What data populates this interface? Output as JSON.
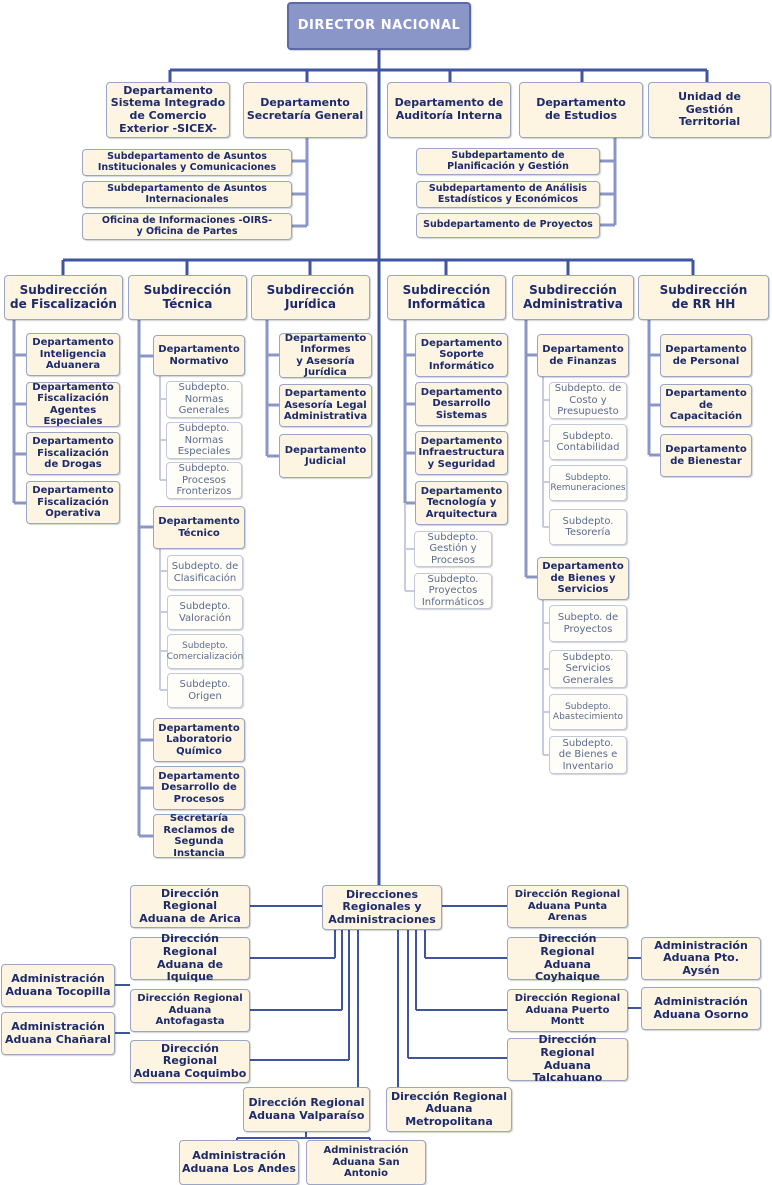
{
  "colors": {
    "line": "#3f55a0",
    "box_fill": "#fdf4e2",
    "text": "#1d2b6b",
    "top_fill": "#8b96c8"
  },
  "director": "DIRECTOR NACIONAL",
  "departments": [
    "Departamento\nSistema Integrado\nde Comercio\nExterior -SICEX-",
    "Departamento\nSecretaría General",
    "Departamento de\nAuditoría Interna",
    "Departamento\nde Estudios",
    "Unidad de\nGestión\nTerritorial"
  ],
  "secretaria_subs": [
    "Subdepartamento de Asuntos\nInstitucionales y Comunicaciones",
    "Subdepartamento de Asuntos\nInternacionales",
    "Oficina de Informaciones -OIRS-\ny Oficina de Partes"
  ],
  "estudios_subs": [
    "Subdepartamento de\nPlanificación y Gestión",
    "Subdepartamento de Análisis\nEstadísticos y Económicos",
    "Subdepartamento de Proyectos"
  ],
  "subdirecciones": [
    "Subdirección\nde Fiscalización",
    "Subdirección\nTécnica",
    "Subdirección\nJurídica",
    "Subdirección\nInformática",
    "Subdirección\nAdministrativa",
    "Subdirección\nde RR HH"
  ],
  "fiscalizacion": [
    "Departamento\nInteligencia\nAduanera",
    "Departamento\nFiscalización\nAgentes\nEspeciales",
    "Departamento\nFiscalización\nde Drogas",
    "Departamento\nFiscalización\nOperativa"
  ],
  "tecnica": {
    "normativo": "Departamento\nNormativo",
    "normativo_subs": [
      "Subdepto.\nNormas\nGenerales",
      "Subdepto.\nNormas\nEspeciales",
      "Subdepto.\nProcesos\nFronterizos"
    ],
    "tecnico": "Departamento\nTécnico",
    "tecnico_subs": [
      "Subdepto. de\nClasificación",
      "Subdepto.\nValoración",
      "Subdepto.\nComercialización",
      "Subdepto.\nOrigen"
    ],
    "others": [
      "Departamento\nLaboratorio\nQuímico",
      "Departamento\nDesarrollo de\nProcesos",
      "Secretaría\nReclamos de\nSegunda\nInstancia"
    ]
  },
  "juridica": [
    "Departamento\nInformes\ny Asesoría\nJurídica",
    "Departamento\nAsesoría Legal\nAdministrativa",
    "Departamento\nJudicial"
  ],
  "informatica": {
    "depts": [
      "Departamento\nSoporte\nInformático",
      "Departamento\nDesarrollo\nSistemas",
      "Departamento\nInfraestructura\ny Seguridad",
      "Departamento\nTecnología y\nArquitectura"
    ],
    "subs": [
      "Subdepto.\nGestión y\nProcesos",
      "Subdepto.\nProyectos\nInformáticos"
    ]
  },
  "administrativa": {
    "finanzas": "Departamento\nde Finanzas",
    "finanzas_subs": [
      "Subdepto. de\nCosto y\nPresupuesto",
      "Subdepto.\nContabilidad",
      "Subdepto.\nRemuneraciones",
      "Subdepto.\nTesorería"
    ],
    "bienes": "Departamento\nde Bienes y\nServicios",
    "bienes_subs": [
      "Subepto. de\nProyectos",
      "Subdepto.\nServicios\nGenerales",
      "Subdepto.\nAbastecimiento",
      "Subdepto.\nde Bienes e\nInventario"
    ]
  },
  "rrhh": [
    "Departamento\nde Personal",
    "Departamento\nde Capacitación",
    "Departamento\nde Bienestar"
  ],
  "regional": {
    "center": "Direcciones\nRegionales y\nAdministraciones",
    "left": [
      "Dirección Regional\nAduana de Arica",
      "Dirección Regional\nAduana de Iquique",
      "Dirección Regional\nAduana Antofagasta",
      "Dirección Regional\nAduana Coquimbo"
    ],
    "left_admin": [
      "Administración\nAduana Tocopilla",
      "Administración\nAduana Chañaral"
    ],
    "right": [
      "Dirección Regional\nAduana Punta Arenas",
      "Dirección Regional\nAduana Coyhaique",
      "Dirección Regional\nAduana Puerto Montt",
      "Dirección Regional\nAduana Talcahuano"
    ],
    "right_admin": [
      "Administración\nAduana Pto. Aysén",
      "Administración\nAduana Osorno"
    ],
    "valparaiso": "Dirección Regional\nAduana Valparaíso",
    "metropolitana": "Dirección Regional\nAduana\nMetropolitana",
    "valpo_admin": [
      "Administración\nAduana Los Andes",
      "Administración\nAduana San Antonio"
    ]
  }
}
